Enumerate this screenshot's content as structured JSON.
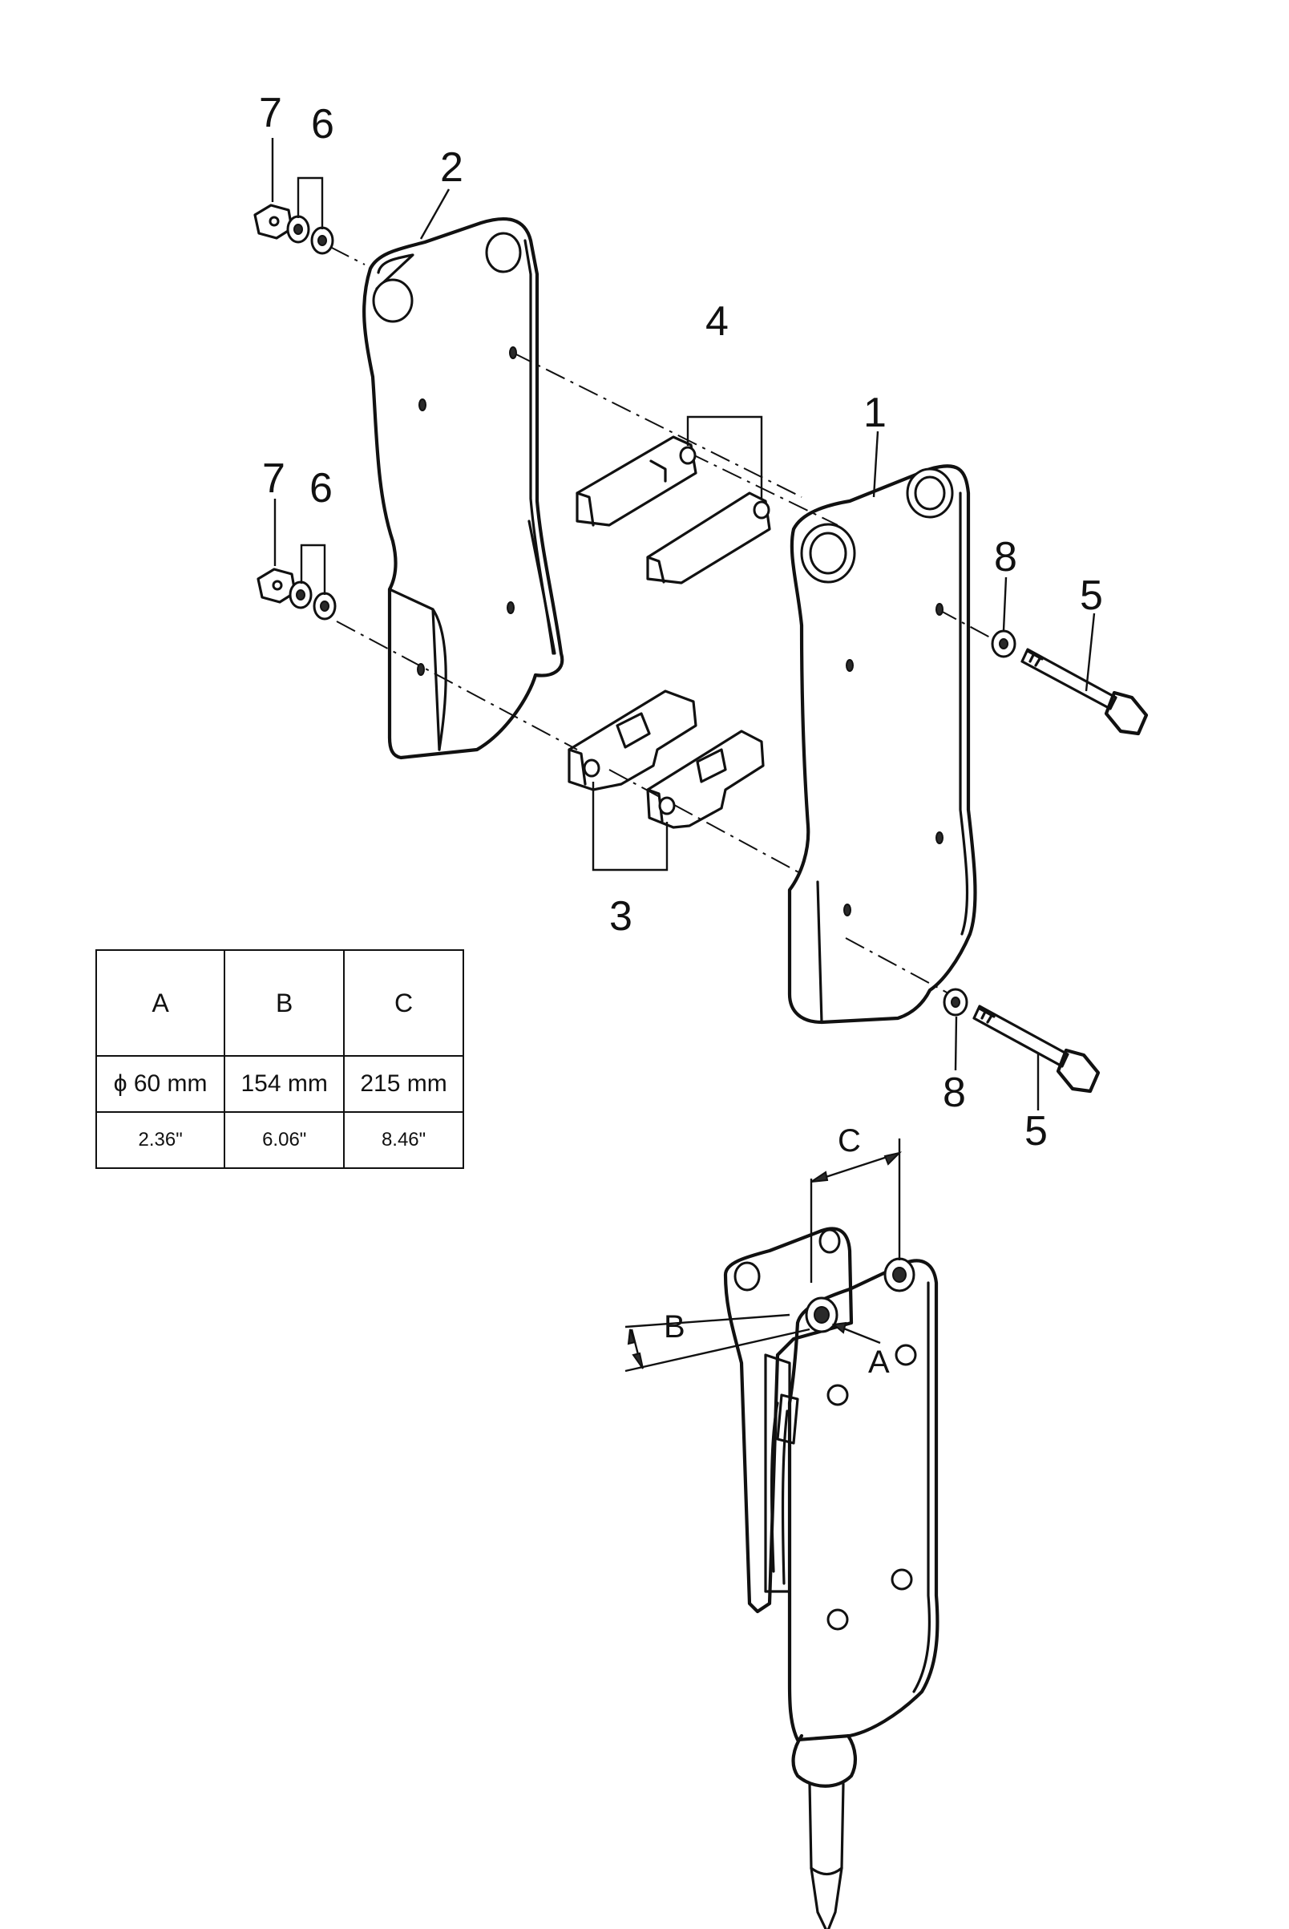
{
  "callouts": {
    "n1": "1",
    "n2": "2",
    "n3": "3",
    "n4": "4",
    "n5a": "5",
    "n5b": "5",
    "n6a": "6",
    "n6b": "6",
    "n7a": "7",
    "n7b": "7",
    "n8a": "8",
    "n8b": "8"
  },
  "dimensions": {
    "a": "A",
    "b": "B",
    "c": "C"
  },
  "spec_table": {
    "headers": [
      "A",
      "B",
      "C"
    ],
    "metric": [
      "ϕ 60 mm",
      "154 mm",
      "215 mm"
    ],
    "imperial": [
      "2.36\"",
      "6.06\"",
      "8.46\""
    ]
  }
}
